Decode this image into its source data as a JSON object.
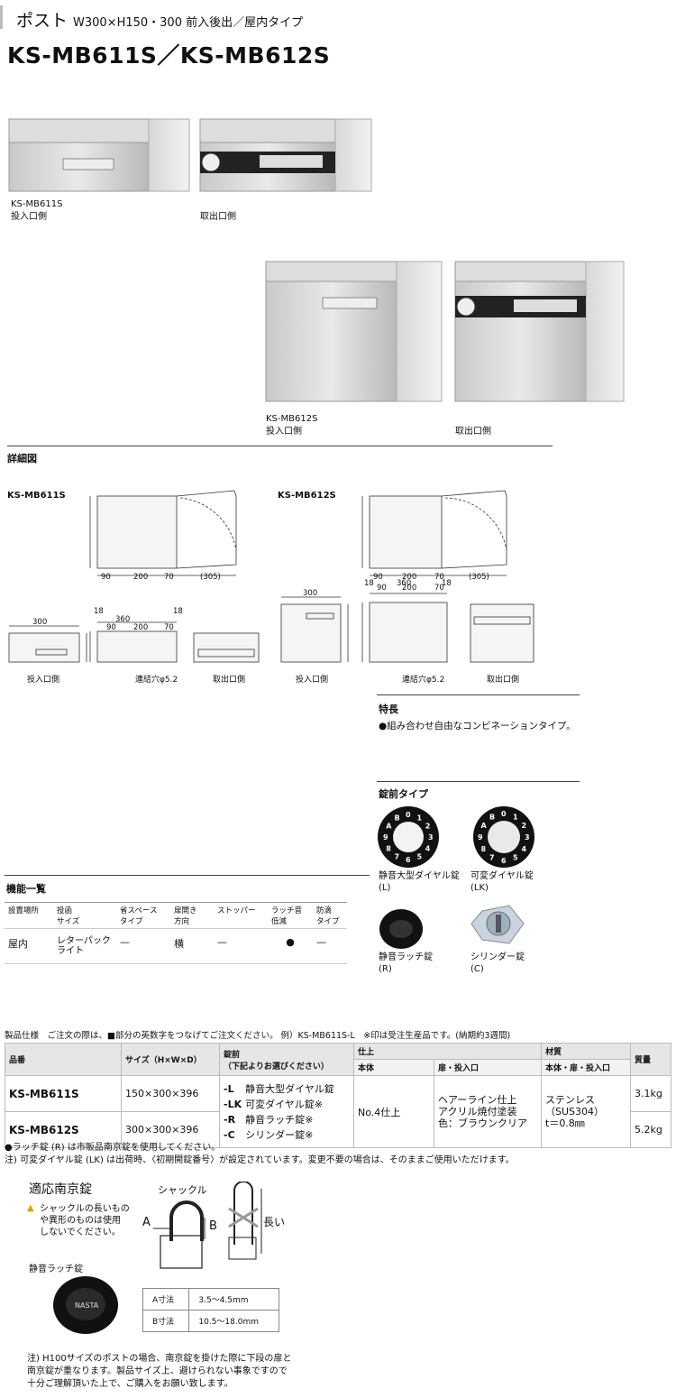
{
  "header": {
    "category": "ポスト",
    "spec": "W300×H150・300 前入後出／屋内タイプ",
    "model": "KS-MB611S／KS-MB612S"
  },
  "photos": {
    "p1": {
      "model": "KS-MB611S",
      "side": "投入口側"
    },
    "p2": {
      "side": "取出口側"
    },
    "p3": {
      "model": "KS-MB612S",
      "side": "投入口側"
    },
    "p4": {
      "side": "取出口側"
    }
  },
  "detail": {
    "title": "詳細図",
    "left_model": "KS-MB611S",
    "right_model": "KS-MB612S",
    "label_front": "投入口側",
    "label_back": "取出口側",
    "hole_label": "連結穴φ5.2"
  },
  "features": {
    "title": "特長",
    "text": "●組み合わせ自由なコンビネーションタイプ。"
  },
  "locks": {
    "title": "錠前タイプ",
    "items": [
      {
        "name": "静音大型ダイヤル錠",
        "code": "(L)"
      },
      {
        "name": "可変ダイヤル錠",
        "code": "(LK)"
      },
      {
        "name": "静音ラッチ錠",
        "code": "(R)"
      },
      {
        "name": "シリンダー錠",
        "code": "(C)"
      }
    ],
    "dial_digits": "AB0123456789"
  },
  "functions": {
    "title": "機能一覧",
    "headers": [
      "設置場所",
      "投函\nサイズ",
      "省スペース\nタイプ",
      "扉開き\n方向",
      "ストッパー",
      "ラッチ音\n低減",
      "防滴\nタイプ"
    ],
    "values": [
      "屋内",
      "レターパック\nライト",
      "—",
      "横",
      "—",
      "●",
      "—"
    ]
  },
  "spec": {
    "caption": "製品仕様　ご注文の際は、■部分の英数字をつなげてご注文ください。 例）KS-MB611S-L　※印は受注生産品です。(納期約3週間)",
    "h_hinban": "品番",
    "h_size": "サイズ（H×W×D）",
    "h_lock": "錠前\n（下記よりお選びください）",
    "h_finish": "仕上",
    "h_finish_body": "本体",
    "h_finish_door": "扉・投入口",
    "h_material": "材質",
    "h_material_sub": "本体・扉・投入口",
    "h_weight": "質量",
    "rows": [
      {
        "model": "KS-MB611S",
        "size": "150×300×396",
        "weight": "3.1kg"
      },
      {
        "model": "KS-MB612S",
        "size": "300×300×396",
        "weight": "5.2kg"
      }
    ],
    "lock_codes": "-L\n-LK\n-R\n-C",
    "lock_names": "静音大型ダイヤル錠\n可変ダイヤル錠※\n静音ラッチ錠※\nシリンダー錠※",
    "finish_body": "No.4仕上",
    "finish_door": "ヘアーライン仕上\nアクリル焼付塗装\n色：ブラウンクリア",
    "material": "ステンレス\n（SUS304）\nt＝0.8㎜"
  },
  "notes": {
    "n1": "●ラッチ錠 (R) は市販品南京錠を使用してください。",
    "n2": "注) 可変ダイヤル錠 (LK) は出荷時、〈初期開錠番号〉が設定されています。変更不要の場合は、そのままご使用いただけます。"
  },
  "padlock": {
    "title": "適応南京錠",
    "warn": "シャックルの長いもの\nや異形のものは使用\nしないでください。",
    "shackle": "シャックル",
    "a": "A",
    "b": "B",
    "long": "長い",
    "latch_title": "静音ラッチ錠",
    "brand": "NASTA",
    "a_label": "A寸法",
    "a_val": "3.5〜4.5mm",
    "b_label": "B寸法",
    "b_val": "10.5〜18.0mm",
    "footnote": "注) H100サイズのポストの場合、南京錠を掛けた際に下段の扉と\n南京錠が重なります。製品サイズ上、避けられない事象ですので\n十分ご理解頂いた上で、ご購入をお願い致します。"
  }
}
